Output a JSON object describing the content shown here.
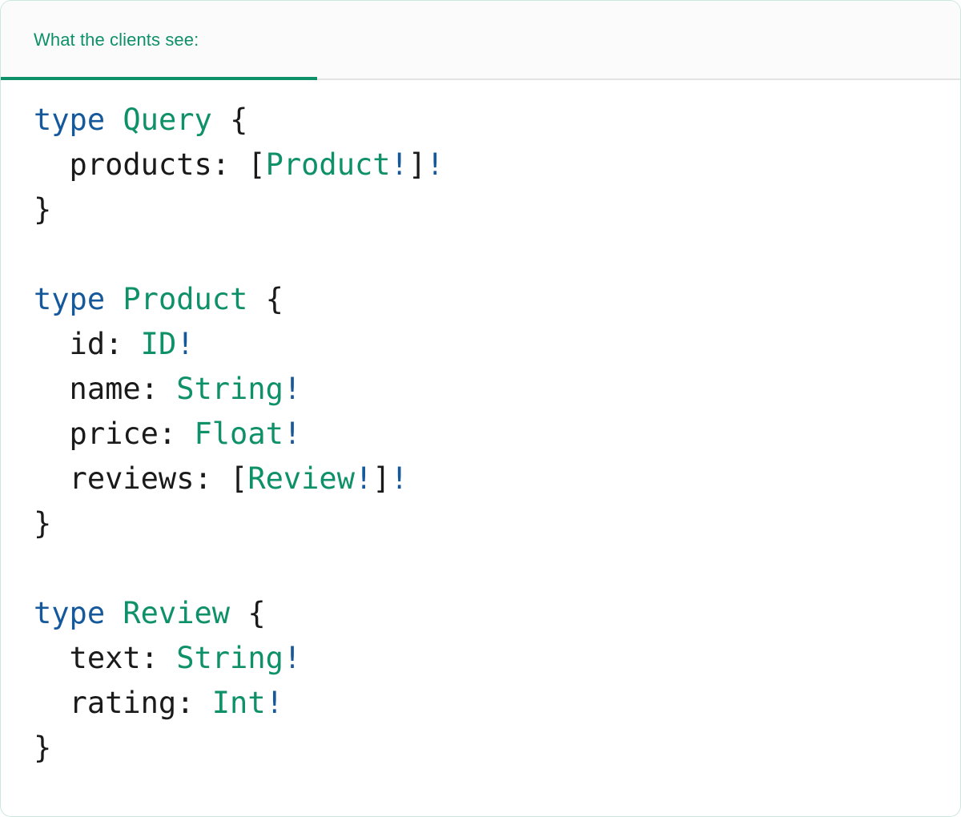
{
  "card": {
    "accent_color": "#0e9068",
    "border_color": "#10916999",
    "background": "#ffffff"
  },
  "tabbar": {
    "background": "#fbfbfb",
    "divider_color": "#e3e3e3",
    "active_tab_index": 0,
    "tabs": [
      {
        "label": "What the clients see:",
        "active": true
      }
    ]
  },
  "code": {
    "language": "graphql",
    "colors": {
      "keyword": "#15599c",
      "type_name": "#0e9068",
      "field_name": "#1a1a1a",
      "punctuation": "#1a1a1a",
      "non_null_bang": "#15599c"
    },
    "raw_text": "type Query {\n  products: [Product!]!\n}\n\ntype Product {\n  id: ID!\n  name: String!\n  price: Float!\n  reviews: [Review!]!\n}\n\ntype Review {\n  text: String!\n  rating: Int!\n}",
    "lines": [
      {
        "tokens": [
          {
            "t": "kw",
            "v": "type"
          },
          {
            "t": "sp",
            "v": " "
          },
          {
            "t": "type",
            "v": "Query"
          },
          {
            "t": "sp",
            "v": " "
          },
          {
            "t": "punct",
            "v": "{"
          }
        ]
      },
      {
        "tokens": [
          {
            "t": "field",
            "v": "  products:"
          },
          {
            "t": "sp",
            "v": " "
          },
          {
            "t": "punct",
            "v": "["
          },
          {
            "t": "type",
            "v": "Product"
          },
          {
            "t": "bang",
            "v": "!"
          },
          {
            "t": "punct",
            "v": "]"
          },
          {
            "t": "bang",
            "v": "!"
          }
        ]
      },
      {
        "tokens": [
          {
            "t": "punct",
            "v": "}"
          }
        ]
      },
      {
        "tokens": []
      },
      {
        "tokens": [
          {
            "t": "kw",
            "v": "type"
          },
          {
            "t": "sp",
            "v": " "
          },
          {
            "t": "type",
            "v": "Product"
          },
          {
            "t": "sp",
            "v": " "
          },
          {
            "t": "punct",
            "v": "{"
          }
        ]
      },
      {
        "tokens": [
          {
            "t": "field",
            "v": "  id:"
          },
          {
            "t": "sp",
            "v": " "
          },
          {
            "t": "type",
            "v": "ID"
          },
          {
            "t": "bang",
            "v": "!"
          }
        ]
      },
      {
        "tokens": [
          {
            "t": "field",
            "v": "  name:"
          },
          {
            "t": "sp",
            "v": " "
          },
          {
            "t": "type",
            "v": "String"
          },
          {
            "t": "bang",
            "v": "!"
          }
        ]
      },
      {
        "tokens": [
          {
            "t": "field",
            "v": "  price:"
          },
          {
            "t": "sp",
            "v": " "
          },
          {
            "t": "type",
            "v": "Float"
          },
          {
            "t": "bang",
            "v": "!"
          }
        ]
      },
      {
        "tokens": [
          {
            "t": "field",
            "v": "  reviews:"
          },
          {
            "t": "sp",
            "v": " "
          },
          {
            "t": "punct",
            "v": "["
          },
          {
            "t": "type",
            "v": "Review"
          },
          {
            "t": "bang",
            "v": "!"
          },
          {
            "t": "punct",
            "v": "]"
          },
          {
            "t": "bang",
            "v": "!"
          }
        ]
      },
      {
        "tokens": [
          {
            "t": "punct",
            "v": "}"
          }
        ]
      },
      {
        "tokens": []
      },
      {
        "tokens": [
          {
            "t": "kw",
            "v": "type"
          },
          {
            "t": "sp",
            "v": " "
          },
          {
            "t": "type",
            "v": "Review"
          },
          {
            "t": "sp",
            "v": " "
          },
          {
            "t": "punct",
            "v": "{"
          }
        ]
      },
      {
        "tokens": [
          {
            "t": "field",
            "v": "  text:"
          },
          {
            "t": "sp",
            "v": " "
          },
          {
            "t": "type",
            "v": "String"
          },
          {
            "t": "bang",
            "v": "!"
          }
        ]
      },
      {
        "tokens": [
          {
            "t": "field",
            "v": "  rating:"
          },
          {
            "t": "sp",
            "v": " "
          },
          {
            "t": "type",
            "v": "Int"
          },
          {
            "t": "bang",
            "v": "!"
          }
        ]
      },
      {
        "tokens": [
          {
            "t": "punct",
            "v": "}"
          }
        ]
      }
    ]
  }
}
